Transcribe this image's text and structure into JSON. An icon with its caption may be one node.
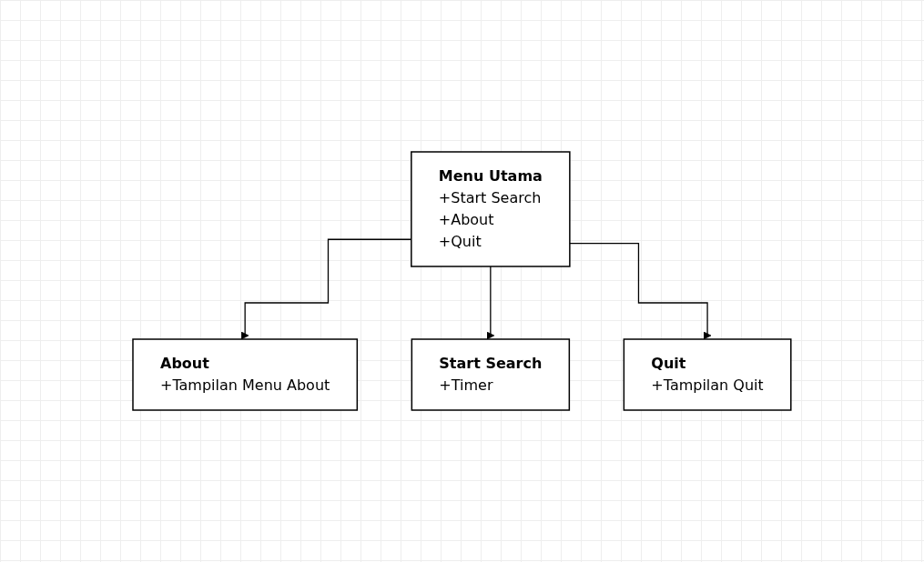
{
  "diagram": {
    "nodes": [
      {
        "text": [
          "Menu Utama",
          "+Start Search",
          "+About",
          "+Quit"
        ]
      },
      {
        "text": [
          "About",
          "+Tampilan Menu About"
        ]
      },
      {
        "text": [
          "Start Search",
          "+Timer"
        ]
      },
      {
        "text": [
          "Quit",
          "+Tampilan Quit"
        ]
      }
    ],
    "edges": [
      {
        "from": 0,
        "to": 1,
        "arrow": "to"
      },
      {
        "from": 0,
        "to": 2,
        "arrow": "to"
      },
      {
        "from": 0,
        "to": 3,
        "arrow": "to"
      }
    ]
  }
}
